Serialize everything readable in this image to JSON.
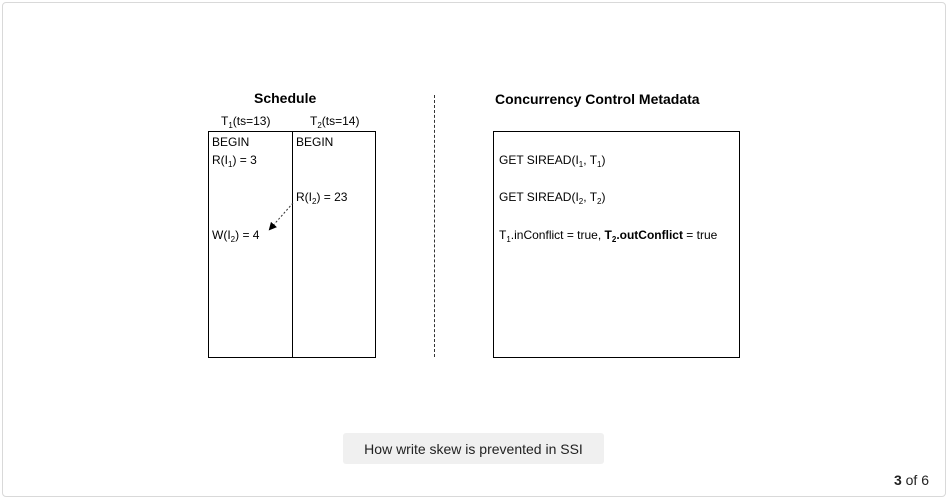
{
  "schedule": {
    "title": "Schedule",
    "t1_header": {
      "name": "T",
      "sub": "1",
      "rest": "(ts=13)"
    },
    "t2_header": {
      "name": "T",
      "sub": "2",
      "rest": "(ts=14)"
    },
    "t1_ops": {
      "begin": "BEGIN",
      "read": {
        "pre": "R(I",
        "sub": "1",
        "post": ") = 3"
      },
      "write": {
        "pre": "W(I",
        "sub": "2",
        "post": ") = 4"
      }
    },
    "t2_ops": {
      "begin": "BEGIN",
      "read": {
        "pre": "R(I",
        "sub": "2",
        "post": ") = 23"
      }
    }
  },
  "metadata": {
    "title": "Concurrency Control Metadata",
    "line1": {
      "pre": "GET SIREAD(I",
      "sub1": "1",
      "mid": ", T",
      "sub2": "1",
      "post": ")"
    },
    "line2": {
      "pre": "GET SIREAD(I",
      "sub1": "2",
      "mid": ", T",
      "sub2": "2",
      "post": ")"
    },
    "line3": {
      "t": "T",
      "tsub": "1",
      "a": ".inConflict = true, ",
      "b": "T",
      "bsub": "2",
      "c": ".outConflict",
      "d": " = true"
    }
  },
  "caption": "How write skew is prevented in SSI",
  "pager": {
    "current": "3",
    "of": "of 6"
  }
}
